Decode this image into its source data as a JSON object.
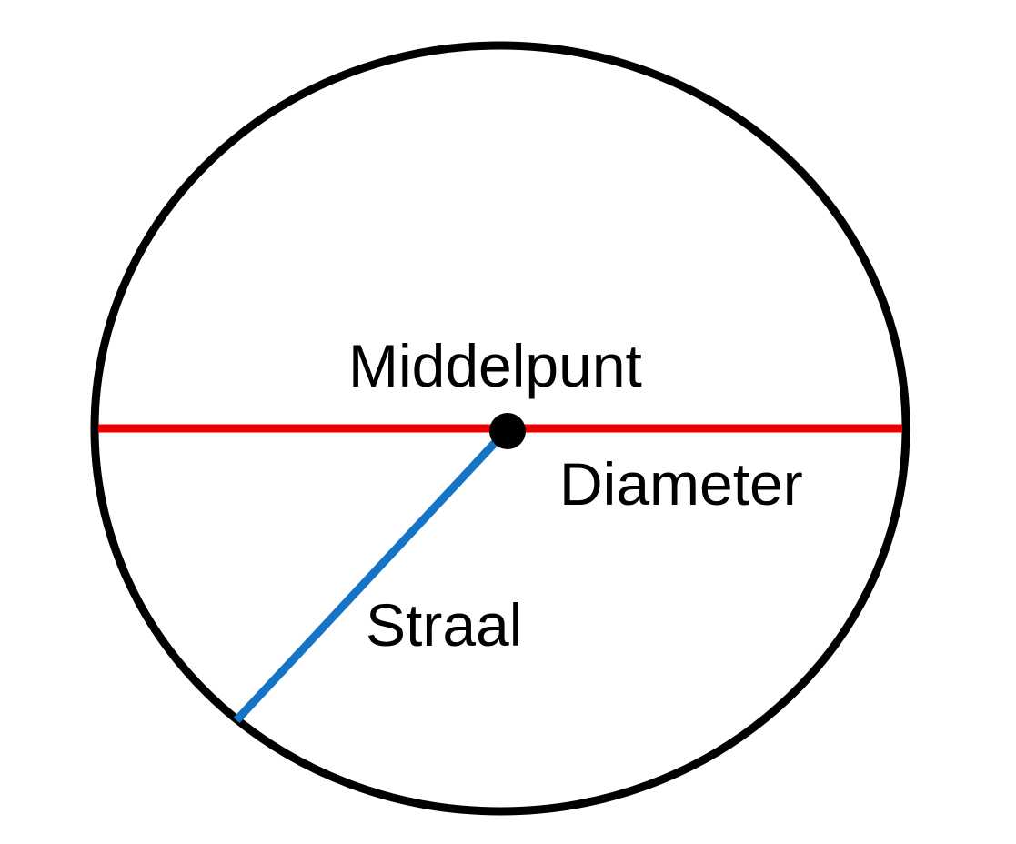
{
  "labels": {
    "center": "Middelpunt",
    "diameter": "Diameter",
    "radius": "Straal"
  },
  "colors": {
    "circle": "#000000",
    "diameter": "#ee0000",
    "radius": "#1574c6",
    "center_dot": "#000000",
    "background": "#ffffff"
  }
}
